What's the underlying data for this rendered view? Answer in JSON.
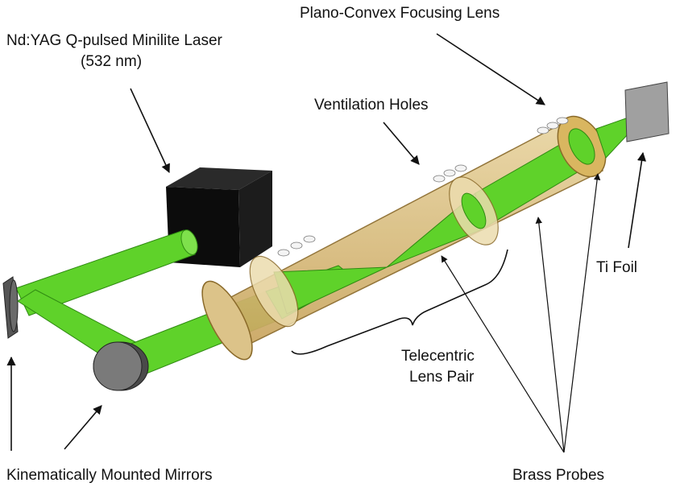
{
  "labels": {
    "laser_line1": "Nd:YAG Q-pulsed Minilite Laser",
    "laser_line2": "(532 nm)",
    "focusing_lens": "Plano-Convex Focusing Lens",
    "ventilation_holes": "Ventilation Holes",
    "ti_foil": "Ti Foil",
    "telecentric_line1": "Telecentric",
    "telecentric_line2": "Lens Pair",
    "mirrors": "Kinematically Mounted Mirrors",
    "brass_probes": "Brass Probes"
  },
  "colors": {
    "beam": "#5fd22a",
    "beam_edge": "#2f8a12",
    "tube": "#d8bd7e",
    "tube_edge": "#8a6a2a",
    "laser_box": "#111111",
    "mirror": "#707070",
    "foil": "#a0a0a0"
  }
}
